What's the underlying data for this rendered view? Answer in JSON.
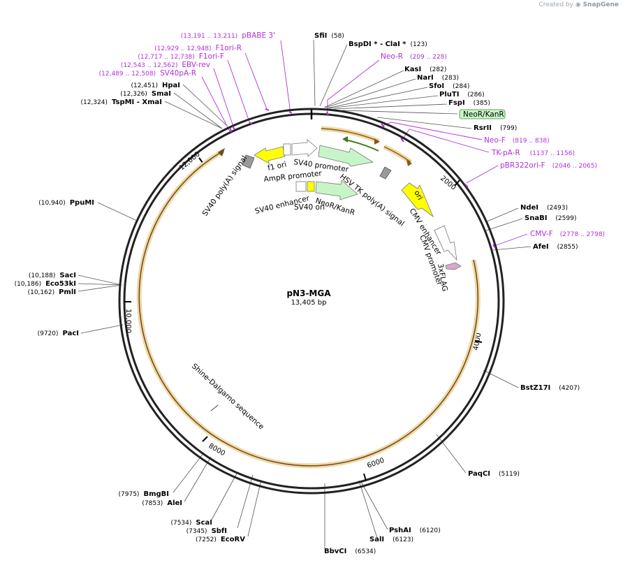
{
  "credit": {
    "prefix": "Created by",
    "brand": "SnapGene"
  },
  "plasmid": {
    "name": "pN3-MGA",
    "size_label": "13,405 bp",
    "length": 13405
  },
  "ticks": [
    "2000",
    "4000",
    "6000",
    "8000",
    "10,000",
    "12,000"
  ],
  "sites": [
    {
      "id": "SfiI",
      "name": "SfiI",
      "pos": "(58)"
    },
    {
      "id": "BspDI",
      "name": "BspDI * - ClaI *",
      "pos": "(123)"
    },
    {
      "id": "KasI",
      "name": "KasI",
      "pos": "(282)"
    },
    {
      "id": "NarI",
      "name": "NarI",
      "pos": "(283)"
    },
    {
      "id": "SfoI",
      "name": "SfoI",
      "pos": "(284)"
    },
    {
      "id": "PluTI",
      "name": "PluTI",
      "pos": "(286)"
    },
    {
      "id": "FspI",
      "name": "FspI",
      "pos": "(385)"
    },
    {
      "id": "RsrII",
      "name": "RsrII",
      "pos": "(799)"
    },
    {
      "id": "NdeI",
      "name": "NdeI",
      "pos": "(2493)"
    },
    {
      "id": "SnaBI",
      "name": "SnaBI",
      "pos": "(2599)"
    },
    {
      "id": "AfeI",
      "name": "AfeI",
      "pos": "(2855)"
    },
    {
      "id": "BstZ17I",
      "name": "BstZ17I",
      "pos": "(4207)"
    },
    {
      "id": "PaqCI",
      "name": "PaqCI",
      "pos": "(5119)"
    },
    {
      "id": "PshAI",
      "name": "PshAI",
      "pos": "(6120)"
    },
    {
      "id": "SalI",
      "name": "SalI",
      "pos": "(6123)"
    },
    {
      "id": "BbvCI",
      "name": "BbvCI",
      "pos": "(6534)"
    },
    {
      "id": "EcoRV",
      "name": "EcoRV",
      "pos": "(7252)"
    },
    {
      "id": "SbfI",
      "name": "SbfI",
      "pos": "(7345)"
    },
    {
      "id": "ScaI",
      "name": "ScaI",
      "pos": "(7534)"
    },
    {
      "id": "AleI",
      "name": "AleI",
      "pos": "(7853)"
    },
    {
      "id": "BmgBI",
      "name": "BmgBI",
      "pos": "(7975)"
    },
    {
      "id": "PacI",
      "name": "PacI",
      "pos": "(9720)"
    },
    {
      "id": "PmlI",
      "name": "PmlI",
      "pos": "(10,162)"
    },
    {
      "id": "Eco53kI",
      "name": "Eco53kI",
      "pos": "(10,186)"
    },
    {
      "id": "SacI",
      "name": "SacI",
      "pos": "(10,188)"
    },
    {
      "id": "PpuMI",
      "name": "PpuMI",
      "pos": "(10,940)"
    },
    {
      "id": "TspMI",
      "name": "TspMI - XmaI",
      "pos": "(12,324)"
    },
    {
      "id": "SmaI",
      "name": "SmaI",
      "pos": "(12,326)"
    },
    {
      "id": "HpaI",
      "name": "HpaI",
      "pos": "(12,451)"
    }
  ],
  "primers": [
    {
      "id": "pBABE3",
      "name": "pBABE 3'",
      "pos": "(13,191 .. 13,211)"
    },
    {
      "id": "F1oriR",
      "name": "F1ori-R",
      "pos": "(12,929 .. 12,948)"
    },
    {
      "id": "F1oriF",
      "name": "F1ori-F",
      "pos": "(12,717 .. 12,738)"
    },
    {
      "id": "EBVrev",
      "name": "EBV-rev",
      "pos": "(12,543 .. 12,562)"
    },
    {
      "id": "SV40pAR",
      "name": "SV40pA-R",
      "pos": "(12,489 .. 12,508)"
    },
    {
      "id": "NeoR",
      "name": "Neo-R",
      "pos": "(209 .. 228)"
    },
    {
      "id": "NeoF",
      "name": "Neo-F",
      "pos": "(819 .. 838)"
    },
    {
      "id": "TKpAR",
      "name": "TK-pA-R",
      "pos": "(1137 .. 1156)"
    },
    {
      "id": "pBR322oriF",
      "name": "pBR322ori-F",
      "pos": "(2046 .. 2065)"
    },
    {
      "id": "CMVF",
      "name": "CMV-F",
      "pos": "(2778 .. 2798)"
    }
  ],
  "features": {
    "neor_kanr_box": "NeoR/KanR",
    "sv40_polya": "SV40 poly(A) signal",
    "f1_ori": "f1 ori",
    "ampr_promoter": "AmpR promoter",
    "sv40_promoter": "SV40 promoter",
    "hsv_tk_polya": "HSV TK poly(A) signal",
    "sv40_enhancer": "SV40 enhancer",
    "sv40_ori": "SV40 ori",
    "neor_kanr": "NeoR/KanR",
    "ori": "ori",
    "cmv_enhancer": "CMV enhancer",
    "cmv_promoter": "CMV promoter",
    "flag": "3xFLAG",
    "shine_dalgarno": "Shine-Dalgarno sequence"
  },
  "colors": {
    "backbone": "#222222",
    "orf_fill": "#f0d8a8",
    "orf_line": "#c88a2a",
    "promoter": "#ffffff",
    "neor": "#c8f5c8",
    "ori": "#ffff00",
    "primer": "#b030d8",
    "polya": "#999999",
    "flag": "#d8a8c8"
  }
}
